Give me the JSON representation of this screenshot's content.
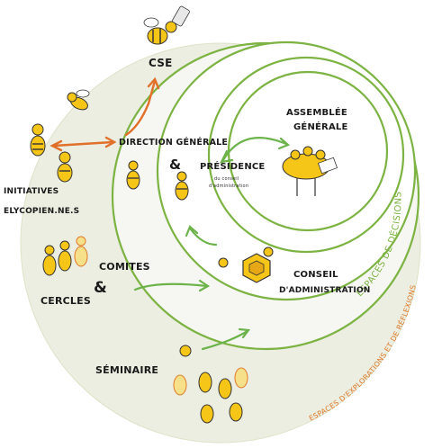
{
  "labels": {
    "cse": "CSE",
    "initiatives_line1": "INITIATIVES",
    "initiatives_line2": "ELYCOPIEN.NE.S",
    "direction": "DIRECTION GÉNÉRALE",
    "ampersand1": "&",
    "presidence": "PRÉSIDENCE",
    "presidence_sub1": "du conseil",
    "presidence_sub2": "d'administration",
    "assemblee_line1": "ASSEMBLÉE",
    "assemblee_line2": "GÉNÉRALE",
    "comites": "COMITES",
    "ampersand2": "&",
    "cercles": "CERCLES",
    "conseil_line1": "CONSEIL",
    "conseil_line2": "D'ADMINISTRATION",
    "seminaire": "SÉMINAIRE",
    "espaces_decisions": "ESPACES DE DÉCISIONS",
    "espaces_explorations": "ESPACES D'EXPLORATIONS ET DE RÉFLEXIONS"
  },
  "colors": {
    "outer_fill": "#ebeee0",
    "circle_green": "#7cb342",
    "arrow_orange": "#e0702a",
    "arrow_green": "#6bb34a",
    "label_orange": "#e07a2a",
    "label_green": "#7cb342",
    "bee_yellow": "#f5c518"
  }
}
